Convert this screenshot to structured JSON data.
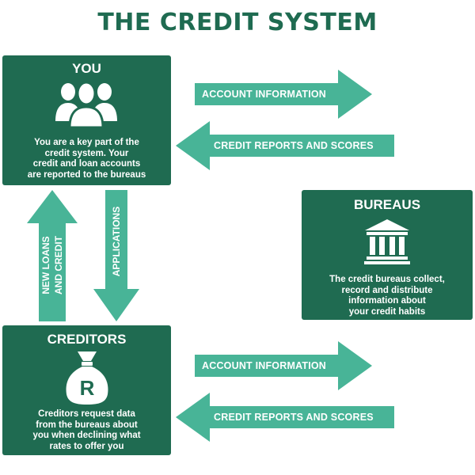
{
  "title": "THE CREDIT SYSTEM",
  "colors": {
    "box": "#1f6b51",
    "arrow": "#48b497",
    "title": "#1f6b51",
    "text": "#ffffff"
  },
  "you": {
    "title": "YOU",
    "icon": "people-icon",
    "text_lines": [
      "You are a key part of the",
      "credit system. Your",
      "credit and loan accounts",
      "are reported to the bureaus"
    ]
  },
  "bureaus": {
    "title": "BUREAUS",
    "icon": "bank-building-icon",
    "text_lines": [
      "The credit bureaus collect,",
      "record and distribute",
      "information about",
      "your credit habits"
    ]
  },
  "creditors": {
    "title": "CREDITORS",
    "icon": "money-bag-icon",
    "icon_letter": "R",
    "text_lines": [
      "Creditors request data",
      "from the bureaus about",
      "you when declining what",
      "rates to offer you"
    ]
  },
  "arrows": {
    "top_right": "ACCOUNT INFORMATION",
    "top_left": "CREDIT REPORTS AND SCORES",
    "applications": "APPLICATIONS",
    "new_loans_line1": "NEW LOANS",
    "new_loans_line2": "AND CREDIT",
    "bottom_right": "ACCOUNT INFORMATION",
    "bottom_left": "CREDIT REPORTS AND SCORES"
  }
}
